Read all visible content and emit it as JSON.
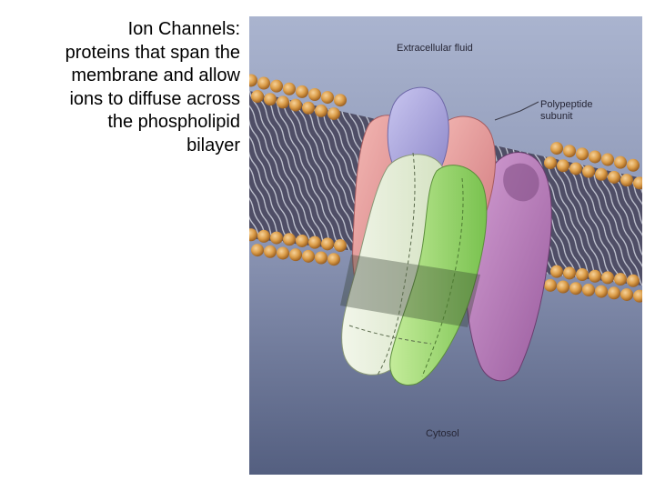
{
  "caption": {
    "lines": [
      "Ion Channels:",
      "proteins that span the",
      "membrane and allow",
      "ions to diffuse across",
      "the phospholipid",
      "bilayer"
    ]
  },
  "figure": {
    "labels": {
      "extracellular": "Extracellular fluid",
      "polypeptide_line1": "Polypeptide",
      "polypeptide_line2": "subunit",
      "cytosol": "Cytosol"
    }
  },
  "colors": {
    "background_top": "#a6b0cb",
    "background_bottom": "#54607f",
    "lipid_head": "#dc9e4a",
    "lipid_tail": "#b8bcc8",
    "subunit_pink": "#e7999a",
    "subunit_lavender": "#a7a2dc",
    "subunit_purple": "#b67cb8",
    "subunit_green": "#9bd56e",
    "subunit_light": "#e4ecd4"
  }
}
